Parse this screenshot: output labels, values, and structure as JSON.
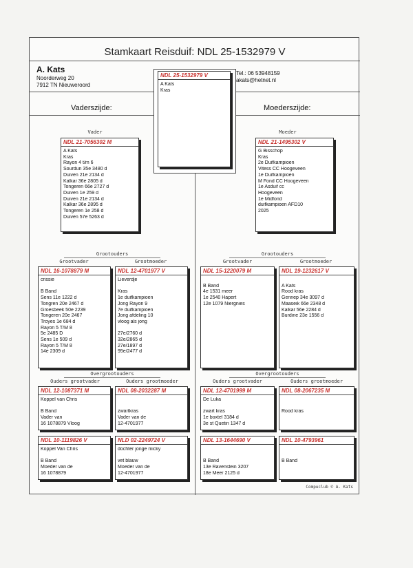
{
  "title": "Stamkaart Reisduif: NDL 25-1532979 V",
  "owner": {
    "name": "A. Kats",
    "address": [
      "Noorderweg 20",
      "7912 TN  Nieuweroord"
    ],
    "tel": "Tel.: 06 53948159",
    "email": "akats@hetnet.nl"
  },
  "labels": {
    "father_side": "Vaderszijde:",
    "mother_side": "Moederszijde:",
    "vader": "Vader",
    "moeder": "Moeder",
    "grootouders": "Grootouders",
    "grootvader": "Grootvader",
    "grootmoeder": "Grootmoeder",
    "overgrootouders": "Overgrootouders",
    "ouders_grootvader": "Ouders grootvader",
    "ouders_grootmoeder": "Ouders grootmoeder",
    "credit": "Compuclub © A. Kats"
  },
  "cards": {
    "main": {
      "ring": "NDL 25-1532979 V",
      "lines": [
        "A Kats",
        "Kras"
      ]
    },
    "vader": {
      "ring": "NDL 21-7056302 M",
      "lines": [
        "A Kats",
        "Kras",
        "Rayon 4 t/m 6",
        "Sourdun 35e 3480 d",
        "Duiven 21e 2134 d",
        "Kalkar 36e 2805  d",
        "Tongeren 66e 2727 d",
        "Duiven 1e 259 d",
        "Duiven 21e 2134 d",
        "Kalkar 36e 2895 d",
        "Tongeren 1e 258 d",
        "Duiven 57e 5263 d"
      ]
    },
    "moeder": {
      "ring": "NDL 21-1495302 V",
      "lines": [
        "G Bisschop",
        "Kras",
        "2e Duifkampioen",
        "Vitess CC Hoogeveen",
        "1e Duifkampioen",
        "M Fond CC Hoogeveen",
        "1e Asduif cc",
        "Hoogeveen",
        "1e Midfond",
        "duifkampioen AFD10",
        "2025"
      ]
    },
    "gv_v": {
      "ring": "NDL 16-1078879 M",
      "lines": [
        "crissie",
        "",
        "B Band",
        "Sens 11e 1222 d",
        "Tongren 20e 2467 d",
        "Groesbeek 50e 2239",
        "Tongeren 20e 2467",
        "Troyes 1e 684 d",
        "Rayon 5 T/M 8",
        "5e 2485 D",
        "Sens 1e 509 d",
        "Rayon 5 T/M 8",
        "14e 2309 d"
      ]
    },
    "gm_v": {
      "ring": "NDL 12-4701977 V",
      "lines": [
        "Lieverdje",
        "",
        "Kras",
        "1e duifkampioen",
        "Jong Rayon 9",
        "7e duifkampioen",
        "Jong afdeling 10",
        "vloog als jong",
        "",
        "27e/2760 d",
        "32e/2865 d",
        "27e/1897 d",
        "95e/2477 d"
      ]
    },
    "gv_m": {
      "ring": "NDL 15-1220079 M",
      "lines": [
        "",
        "B Band",
        "4e 1531 meer",
        "1e 2540 Hapert",
        "12e 1079 Niergnies"
      ]
    },
    "gm_m": {
      "ring": "NDL 19-1232617 V",
      "lines": [
        "",
        "A Kats",
        "Rood kras",
        "Gennep 34e 3097 d",
        "Maaseik 66e 2348 d",
        "Kalkar 56e 2284 d",
        "Burdine 23e 1556 d"
      ]
    },
    "ogv1_v": {
      "ring": "NDL 12-1087371 M",
      "lines": [
        "Koppel van Chris",
        "",
        "B Band",
        "Vader van",
        "16 1078879 Vloog"
      ]
    },
    "ogm1_v": {
      "ring": "NDL 08-2032287 M",
      "lines": [
        "",
        "",
        "zwartkras",
        "Vader van de",
        "12-4701977"
      ]
    },
    "ogv2_v": {
      "ring": "NDL 10-1119826 V",
      "lines": [
        "Koppel Van Chris",
        "",
        "B Band",
        "Moeder van de",
        "16 1078879"
      ]
    },
    "ogm2_v": {
      "ring": "NLD 02-2249724 V",
      "lines": [
        "dochter jonge micky",
        "",
        "vet blauw",
        "Moeder van de",
        "12-4701977"
      ]
    },
    "ogv1_m": {
      "ring": "NDL 12-4701999 M",
      "lines": [
        "De Luka",
        "",
        "zwart kras",
        "1e boxtel 3184 d",
        "3e st Quetin 1347 d"
      ]
    },
    "ogm1_m": {
      "ring": "NDL 08-2067235 M",
      "lines": [
        "",
        "",
        "Rood kras"
      ]
    },
    "ogv2_m": {
      "ring": "NDL 13-1644690 V",
      "lines": [
        "",
        "",
        "B Band",
        "13e Ravenstein 3207",
        "18e Meer 2125 d"
      ]
    },
    "ogm2_m": {
      "ring": "NDL 10-4793961",
      "lines": [
        "",
        "",
        "B Band"
      ]
    }
  }
}
